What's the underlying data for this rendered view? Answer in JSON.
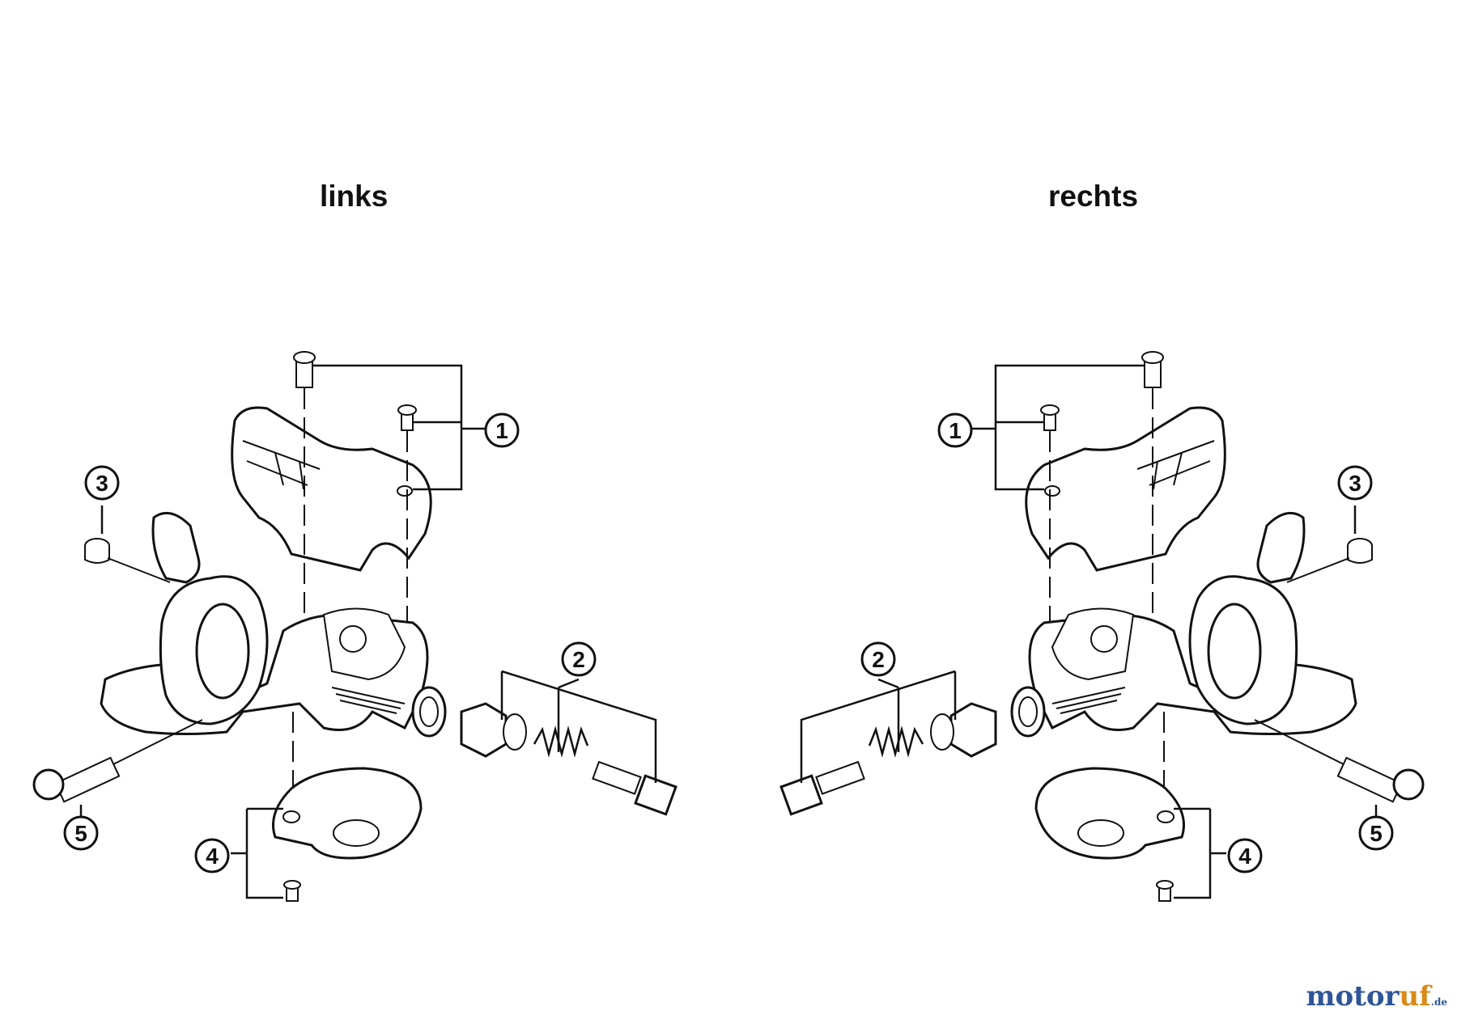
{
  "titles": {
    "left": "links",
    "right": "rechts"
  },
  "callouts": {
    "left": [
      "1",
      "2",
      "3",
      "4",
      "5"
    ],
    "right": [
      "1",
      "2",
      "3",
      "4",
      "5"
    ]
  },
  "watermark": {
    "part1": "motor",
    "part2": "uf",
    "part3": ".de"
  },
  "colors": {
    "line": "#111111",
    "part_fill": "#ffffff",
    "brand_blue": "#2f5597",
    "brand_orange": "#d98a1a"
  }
}
